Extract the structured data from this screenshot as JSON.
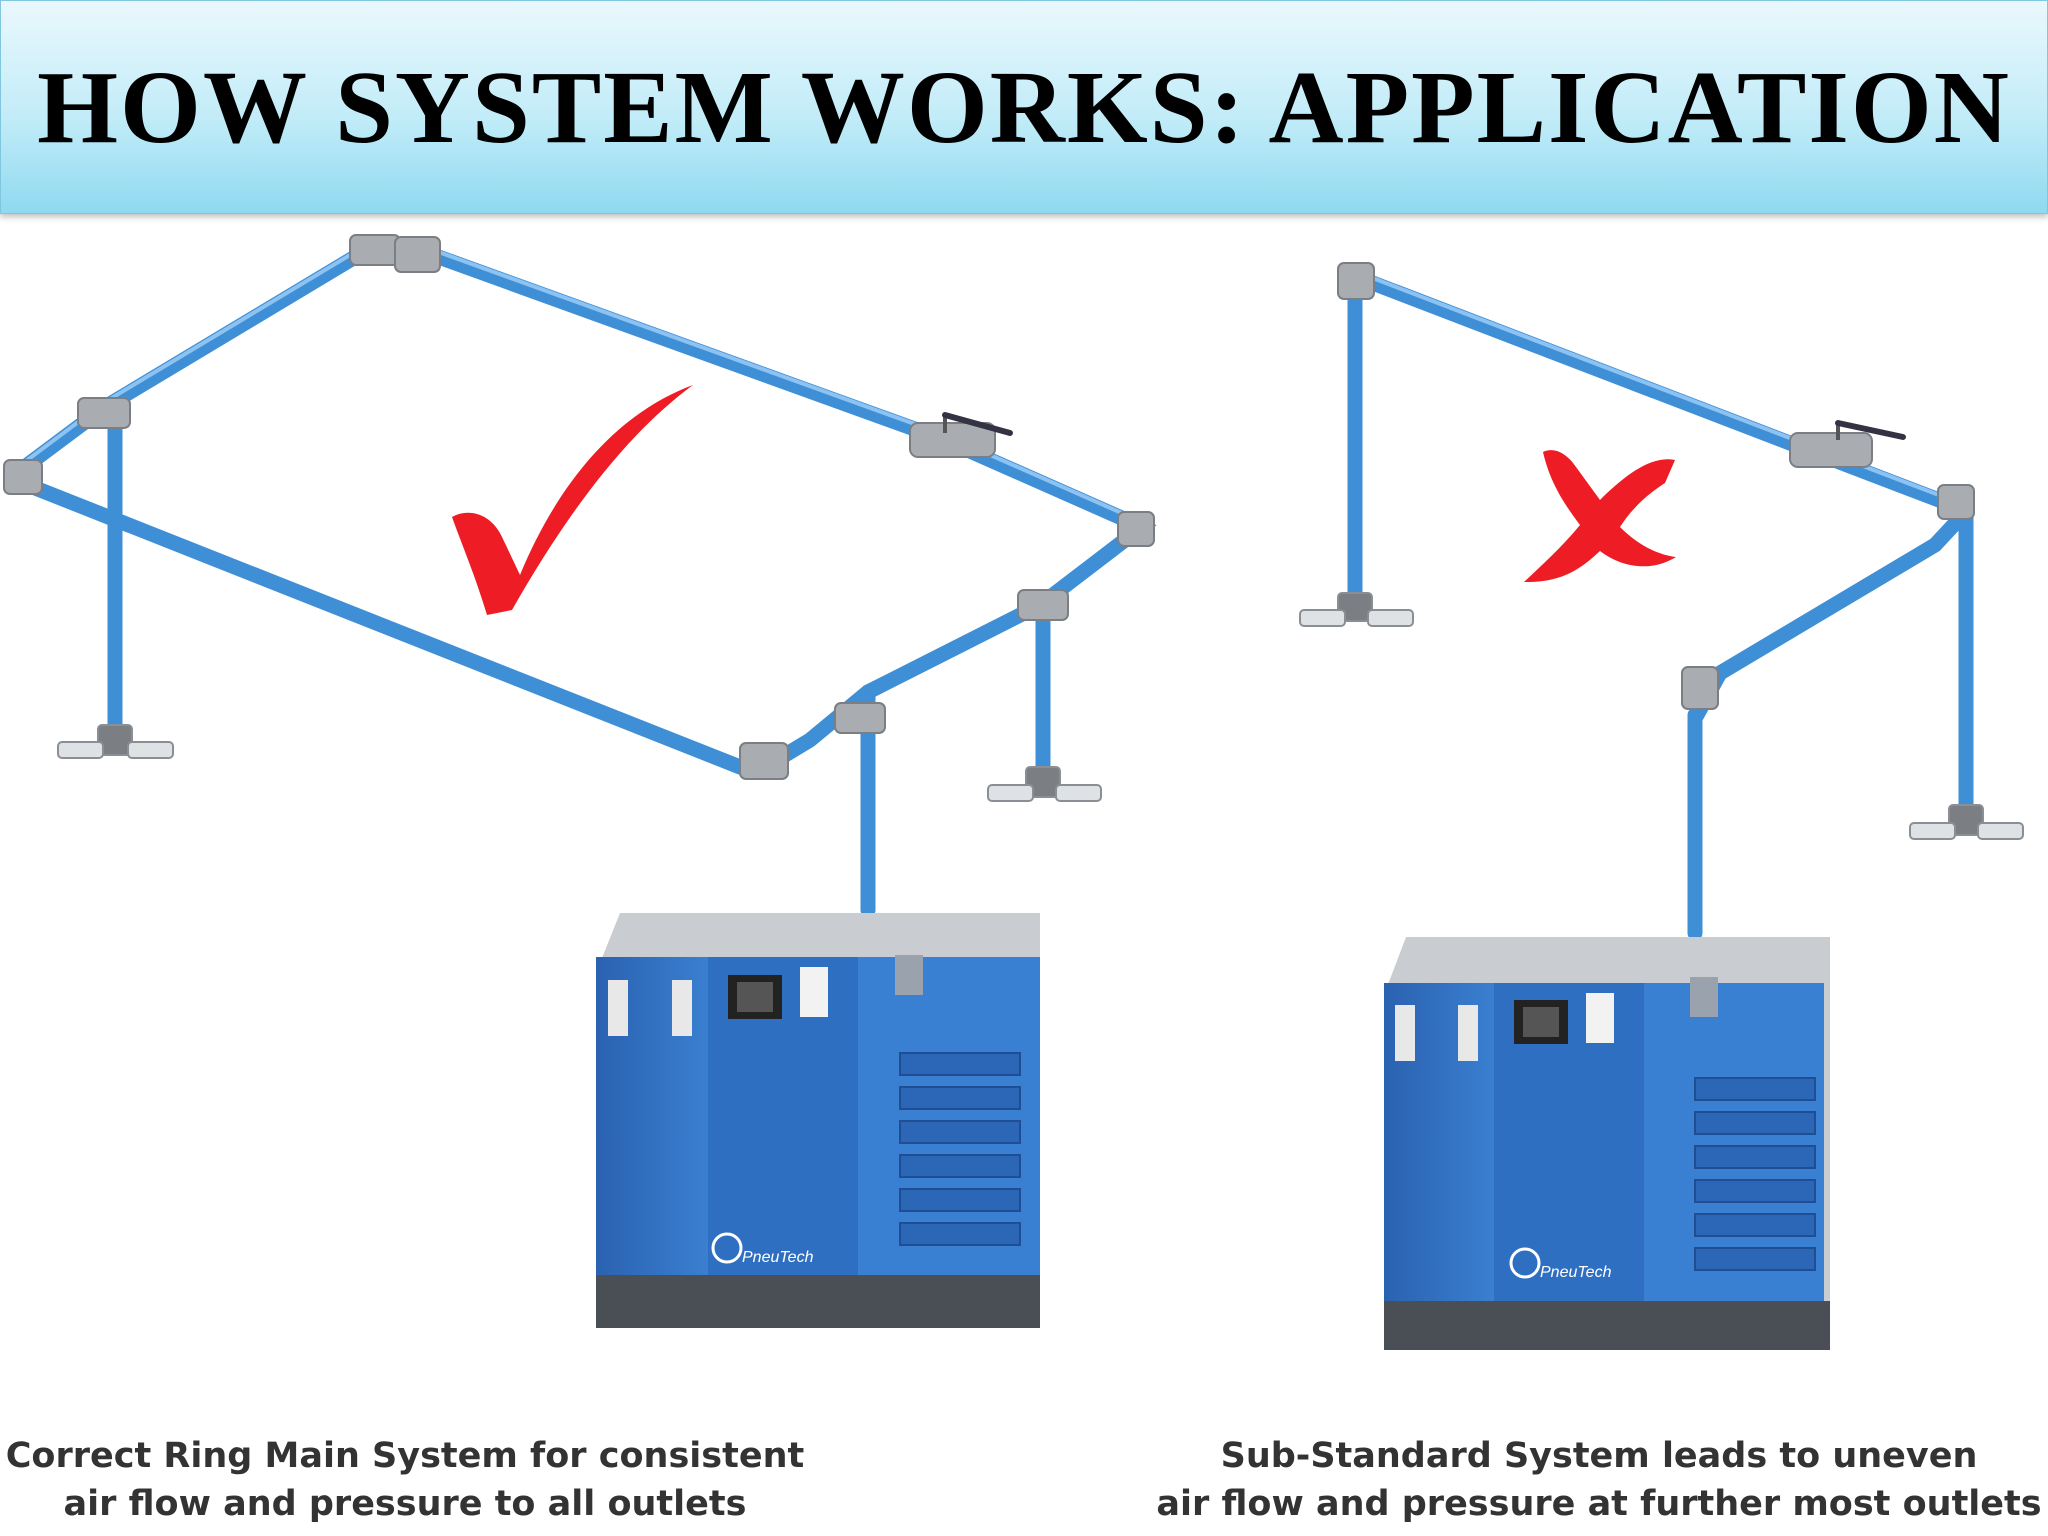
{
  "title": "HOW SYSTEM WORKS: APPLICATION",
  "left_panel": {
    "verdict": "check-mark",
    "verdict_color": "#ee1c24",
    "brand": "PneuTech",
    "caption_line1": "Correct Ring Main System for consistent",
    "caption_line2": "air flow and pressure to all outlets"
  },
  "right_panel": {
    "verdict": "cross-mark",
    "verdict_color": "#ee1c24",
    "brand": "PneuTech",
    "caption_line1": "Sub-Standard System leads to uneven",
    "caption_line2": "air flow and pressure at further most outlets"
  },
  "colors": {
    "pipe": "#3f8fd6",
    "pipe_highlight": "#7fbbef",
    "fitting": "#a9acb0",
    "compressor": "#2f6fc2",
    "compressor_frame": "#c9ccd0",
    "banner": "#b8e8f7"
  }
}
